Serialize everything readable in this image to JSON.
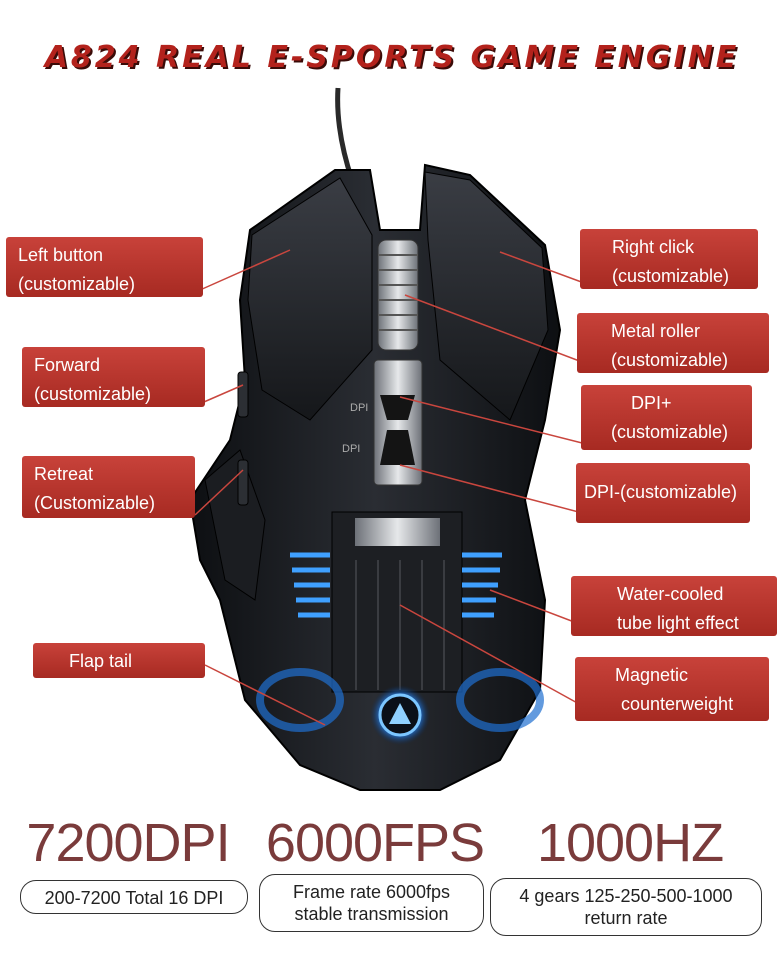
{
  "title": "A824 REAL E-SPORTS GAME ENGINE",
  "callouts": {
    "left_button": [
      "Left button",
      "(customizable)"
    ],
    "forward": [
      "Forward",
      "(customizable)"
    ],
    "retreat": [
      "Retreat",
      "(Customizable)"
    ],
    "flap_tail": [
      "Flap tail"
    ],
    "right_click": [
      "Right click",
      "(customizable)"
    ],
    "metal_roller": [
      "Metal roller",
      "(customizable)"
    ],
    "dpi_plus": [
      "DPI+",
      "(customizable)"
    ],
    "dpi_minus": [
      "DPI-(customizable)"
    ],
    "water_cooled": [
      "Water-cooled",
      "tube light effect"
    ],
    "magnetic": [
      "Magnetic",
      "counterweight"
    ]
  },
  "mouse_labels": {
    "dpi_up": "DPI",
    "dpi_down": "DPI"
  },
  "stats": [
    {
      "value": "7200DPI",
      "desc": [
        "200-7200 Total 16 DPI"
      ]
    },
    {
      "value": "6000FPS",
      "desc": [
        "Frame rate 6000fps",
        "stable transmission"
      ]
    },
    {
      "value": "1000HZ",
      "desc": [
        "4 gears 125-250-500-1000",
        "return rate"
      ]
    }
  ],
  "colors": {
    "accent": "#b3221c",
    "callout": "#b8352d",
    "glow": "#3fa0ff",
    "stat_text": "#7a3b3b"
  }
}
